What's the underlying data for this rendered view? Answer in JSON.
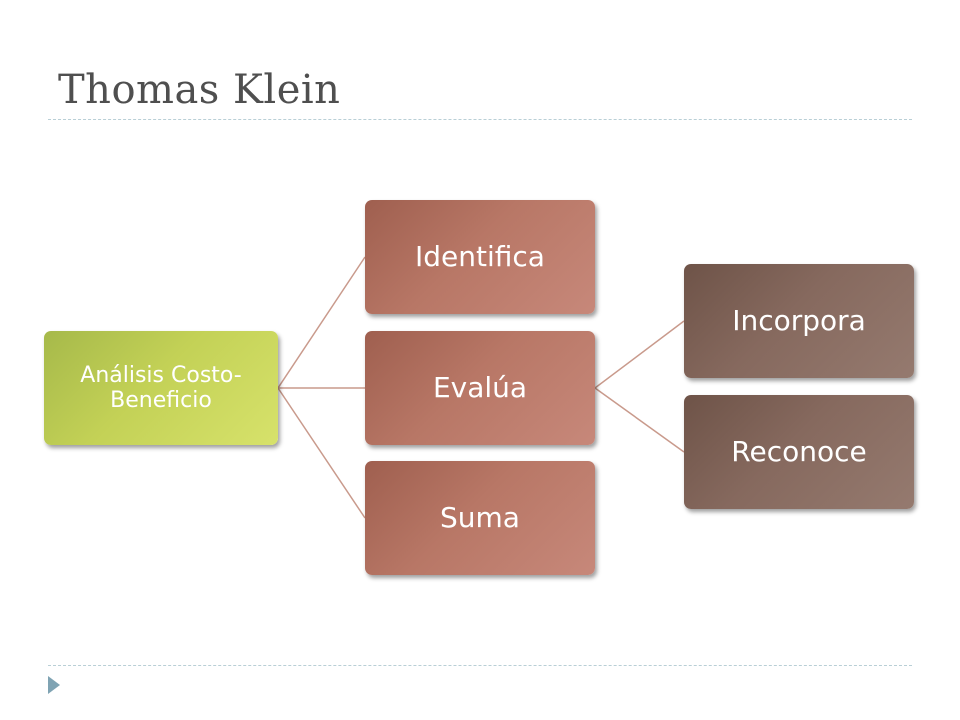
{
  "slide": {
    "title": "Thomas Klein"
  },
  "diagram": {
    "root": {
      "label": "Análisis Costo-Beneficio"
    },
    "level1": [
      {
        "label": "Identifica"
      },
      {
        "label": "Evalúa"
      },
      {
        "label": "Suma"
      }
    ],
    "level2": [
      {
        "label": "Incorpora"
      },
      {
        "label": "Reconoce"
      }
    ],
    "colors": {
      "root": "#c3d156",
      "level1": "#b87766",
      "level2": "#86695e",
      "connector": "#c99a8c"
    }
  }
}
